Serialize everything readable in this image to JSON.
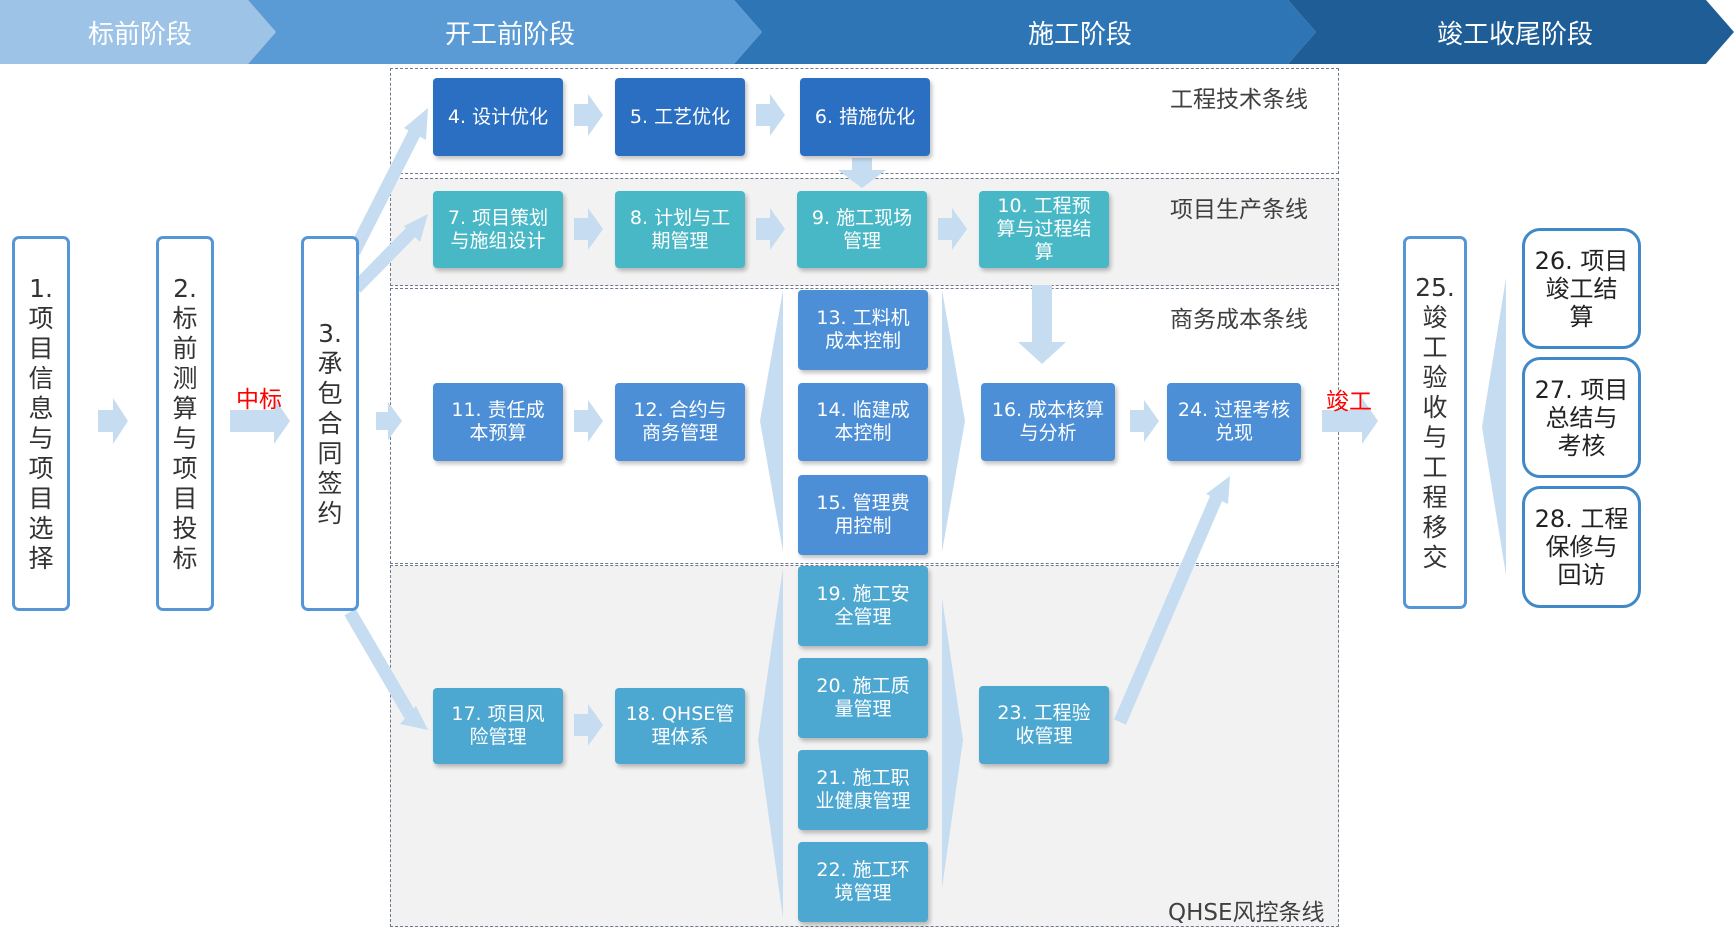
{
  "phases": [
    "标前阶段",
    "开工前阶段",
    "施工阶段",
    "竣工收尾阶段"
  ],
  "lanes": {
    "tech": "工程技术条线",
    "production": "项目生产条线",
    "business": "商务成本条线",
    "qhse": "QHSE风控条线"
  },
  "left_steps": {
    "s1": [
      "1.",
      "项",
      "目",
      "信",
      "息",
      "与",
      "项",
      "目",
      "选",
      "择"
    ],
    "s2": [
      "2.",
      "标",
      "前",
      "测",
      "算",
      "与",
      "项",
      "目",
      "投",
      "标"
    ],
    "s3": [
      "3.",
      "承",
      "包",
      "合",
      "同",
      "签",
      "约"
    ],
    "s25": [
      "25.",
      "竣",
      "工",
      "验",
      "收",
      "与",
      "工",
      "程",
      "移",
      "交"
    ]
  },
  "labels": {
    "win_bid": "中标",
    "completion": "竣工"
  },
  "boxes": {
    "b4": "4. 设计优化",
    "b5": "5. 工艺优化",
    "b6": "6. 措施优化",
    "b7": "7. 项目策划\n与施组设计",
    "b8": "8. 计划与工\n期管理",
    "b9": "9. 施工现场\n管理",
    "b10": "10. 工程预\n算与过程结\n算",
    "b11": "11. 责任成\n本预算",
    "b12": "12. 合约与\n商务管理",
    "b13": "13. 工料机\n成本控制",
    "b14": "14. 临建成\n本控制",
    "b15": "15. 管理费\n用控制",
    "b16": "16. 成本核算\n与分析",
    "b24": "24. 过程考核\n兑现",
    "b17": "17. 项目风\n险管理",
    "b18": "18. QHSE管\n理体系",
    "b19": "19. 施工安\n全管理",
    "b20": "20. 施工质\n量管理",
    "b21": "21. 施工职\n业健康管理",
    "b22": "22. 施工环\n境管理",
    "b23": "23. 工程验\n收管理",
    "b26": "26. 项目\n竣工结\n算",
    "b27": "27. 项目\n总结与\n考核",
    "b28": "28. 工程\n保修与\n回访"
  },
  "colors": {
    "phase1": "#9dc3e6",
    "phase2": "#5b9bd5",
    "phase3": "#2e75b6",
    "phase4": "#1f5d97",
    "arrow": "#c5dcf1"
  }
}
